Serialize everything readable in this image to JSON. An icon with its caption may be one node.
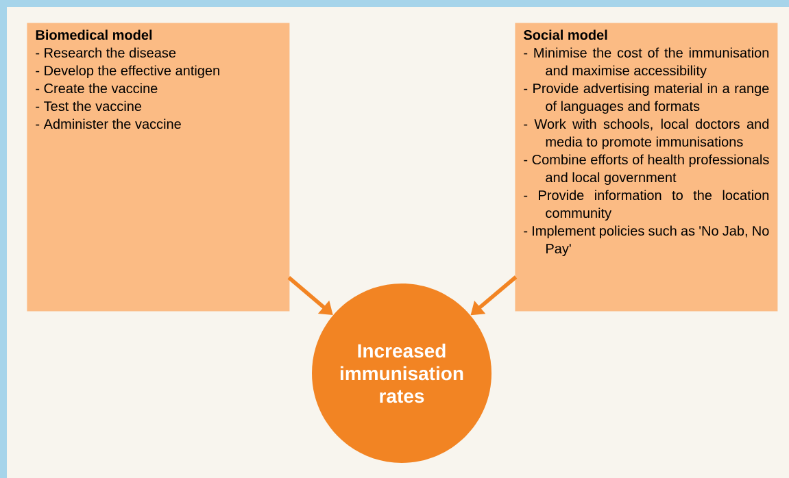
{
  "diagram": {
    "nodes": [
      {
        "text": [
          "Biomedical model",
          "- Research the disease",
          "- Develop the effective antigen",
          "- Create the vaccine",
          "- Test the vaccine",
          "- Administer the vaccine"
        ]
      },
      {
        "text": [
          "Social model",
          "- Minimise the cost of the immunisation and maximise accessibility",
          "- Provide advertising material in a range of languages and formats",
          "- Work with schools, local doctors and media to promote immunisations",
          "- Combine efforts of health professionals and local government",
          "- Provide information to the location community",
          "- Implement policies such as 'No Jab, No Pay'"
        ]
      },
      {
        "text": [
          "Increased immunisation rates"
        ]
      }
    ],
    "edges": [
      {
        "from": 0,
        "to": 2,
        "arrow": "to"
      },
      {
        "from": 1,
        "to": 2,
        "arrow": "to"
      }
    ]
  }
}
